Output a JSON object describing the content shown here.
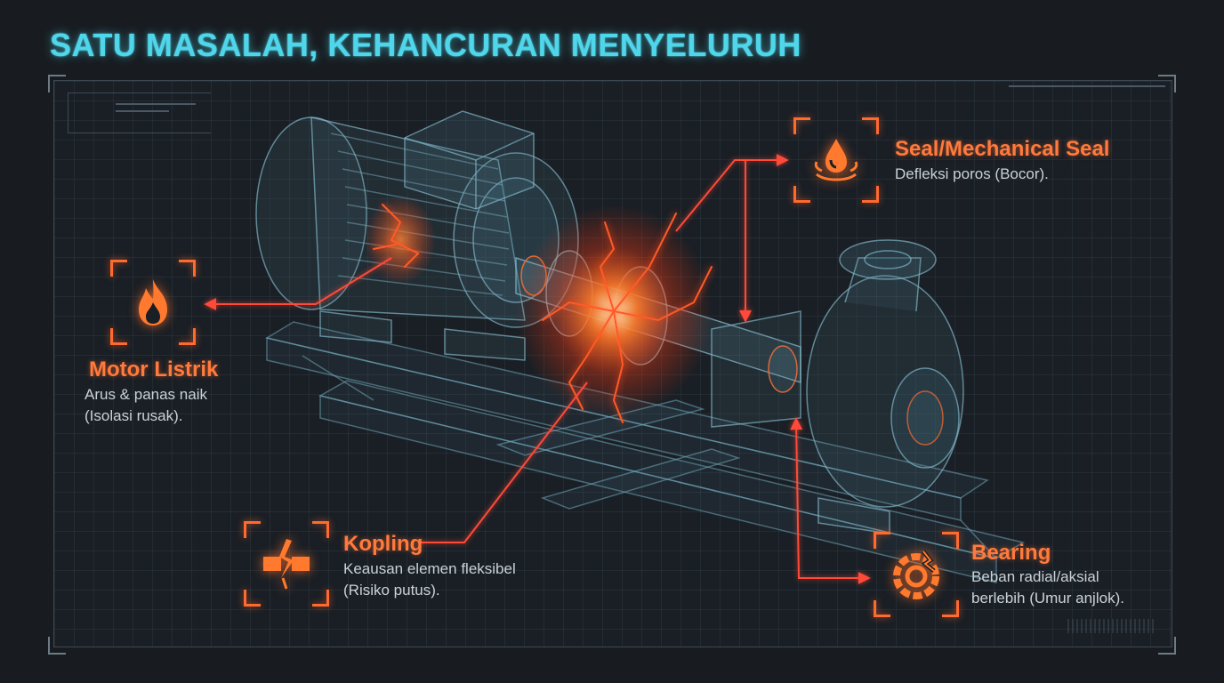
{
  "title": "SATU MASALAH, KEHANCURAN MENYELURUH",
  "colors": {
    "title": "#4fd6ea",
    "accent": "#ff6a2e",
    "text": "#c9d2d8",
    "background": "#181c21"
  },
  "callouts": {
    "motor": {
      "icon": "flame-icon",
      "heading": "Motor Listrik",
      "line1": "Arus & panas naik",
      "line2": "(Isolasi rusak)."
    },
    "seal": {
      "icon": "water-drop-icon",
      "heading": "Seal/Mechanical Seal",
      "line1": "Defleksi poros (Bocor)."
    },
    "kopling": {
      "icon": "broken-bolt-icon",
      "heading": "Kopling",
      "line1": "Keausan elemen fleksibel",
      "line2": "(Risiko putus)."
    },
    "bearing": {
      "icon": "broken-bearing-icon",
      "heading": "Bearing",
      "line1": "Beban radial/aksial",
      "line2": "berlebih (Umur anjlok)."
    }
  }
}
